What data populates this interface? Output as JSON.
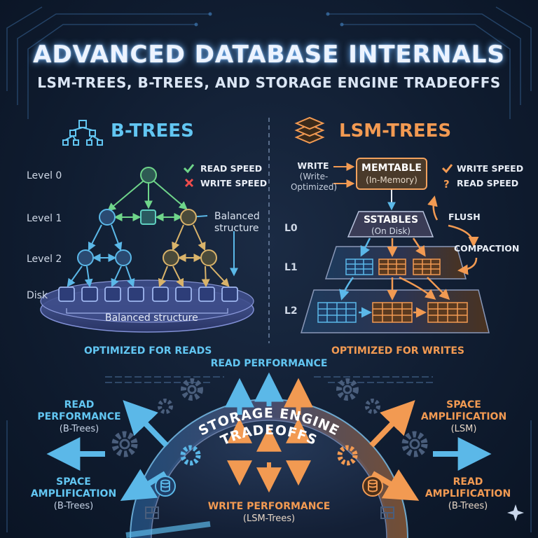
{
  "header": {
    "title": "ADVANCED DATABASE INTERNALS",
    "subtitle": "LSM-TREES, B-TREES, AND STORAGE ENGINE TRADEOFFS"
  },
  "btree": {
    "heading": "B-TREES",
    "levels": [
      "Level 0",
      "Level 1",
      "Level 2",
      "Disk"
    ],
    "legend": {
      "read": "READ SPEED",
      "write": "WRITE SPEED"
    },
    "note_line1": "Balanced",
    "note_line2": "structure",
    "disk_label": "Balanced structure",
    "optimized": "OPTIMIZED FOR READS"
  },
  "lsm": {
    "heading": "LSM-TREES",
    "write_label": "WRITE",
    "write_sub1": "(Write-",
    "write_sub2": "Optimized)",
    "memtable": "MEMTABLE",
    "memtable_sub": "(In-Memory)",
    "legend": {
      "write": "WRITE SPEED",
      "read": "READ SPEED"
    },
    "sstables": "SSTABLES",
    "sstables_sub": "(On Disk)",
    "levels": [
      "L0",
      "L1",
      "L2"
    ],
    "flush": "FLUSH",
    "compaction": "COMPACTION",
    "optimized": "OPTIMIZED FOR WRITES"
  },
  "tradeoffs": {
    "center_line1": "STORAGE ENGINE",
    "center_line2": "TRADEOFFS",
    "top": "READ PERFORMANCE",
    "left_top": {
      "line1": "READ",
      "line2": "PERFORMANCE",
      "line3": "(B-Trees)"
    },
    "left_bottom": {
      "line1": "SPACE",
      "line2": "AMPLIFICATION",
      "line3": "(B-Trees)"
    },
    "right_top": {
      "line1": "SPACE",
      "line2": "AMPLIFICATION",
      "line3": "(LSM)"
    },
    "right_bottom": {
      "line1": "READ",
      "line2": "AMPLIFICATION",
      "line3": "(B-Trees)"
    },
    "bottom": {
      "line1": "WRITE PERFORMANCE",
      "line2": "(LSM-Trees)"
    }
  },
  "colors": {
    "btree_blue": "#62c6f2",
    "lsm_orange": "#f29a52",
    "green": "#6fd58a",
    "background": "#101d31"
  },
  "icons": [
    "tree-hierarchy-icon",
    "layers-stack-icon",
    "check-icon",
    "cross-icon",
    "question-icon",
    "gear-icon",
    "database-icon",
    "sparkle-icon"
  ]
}
